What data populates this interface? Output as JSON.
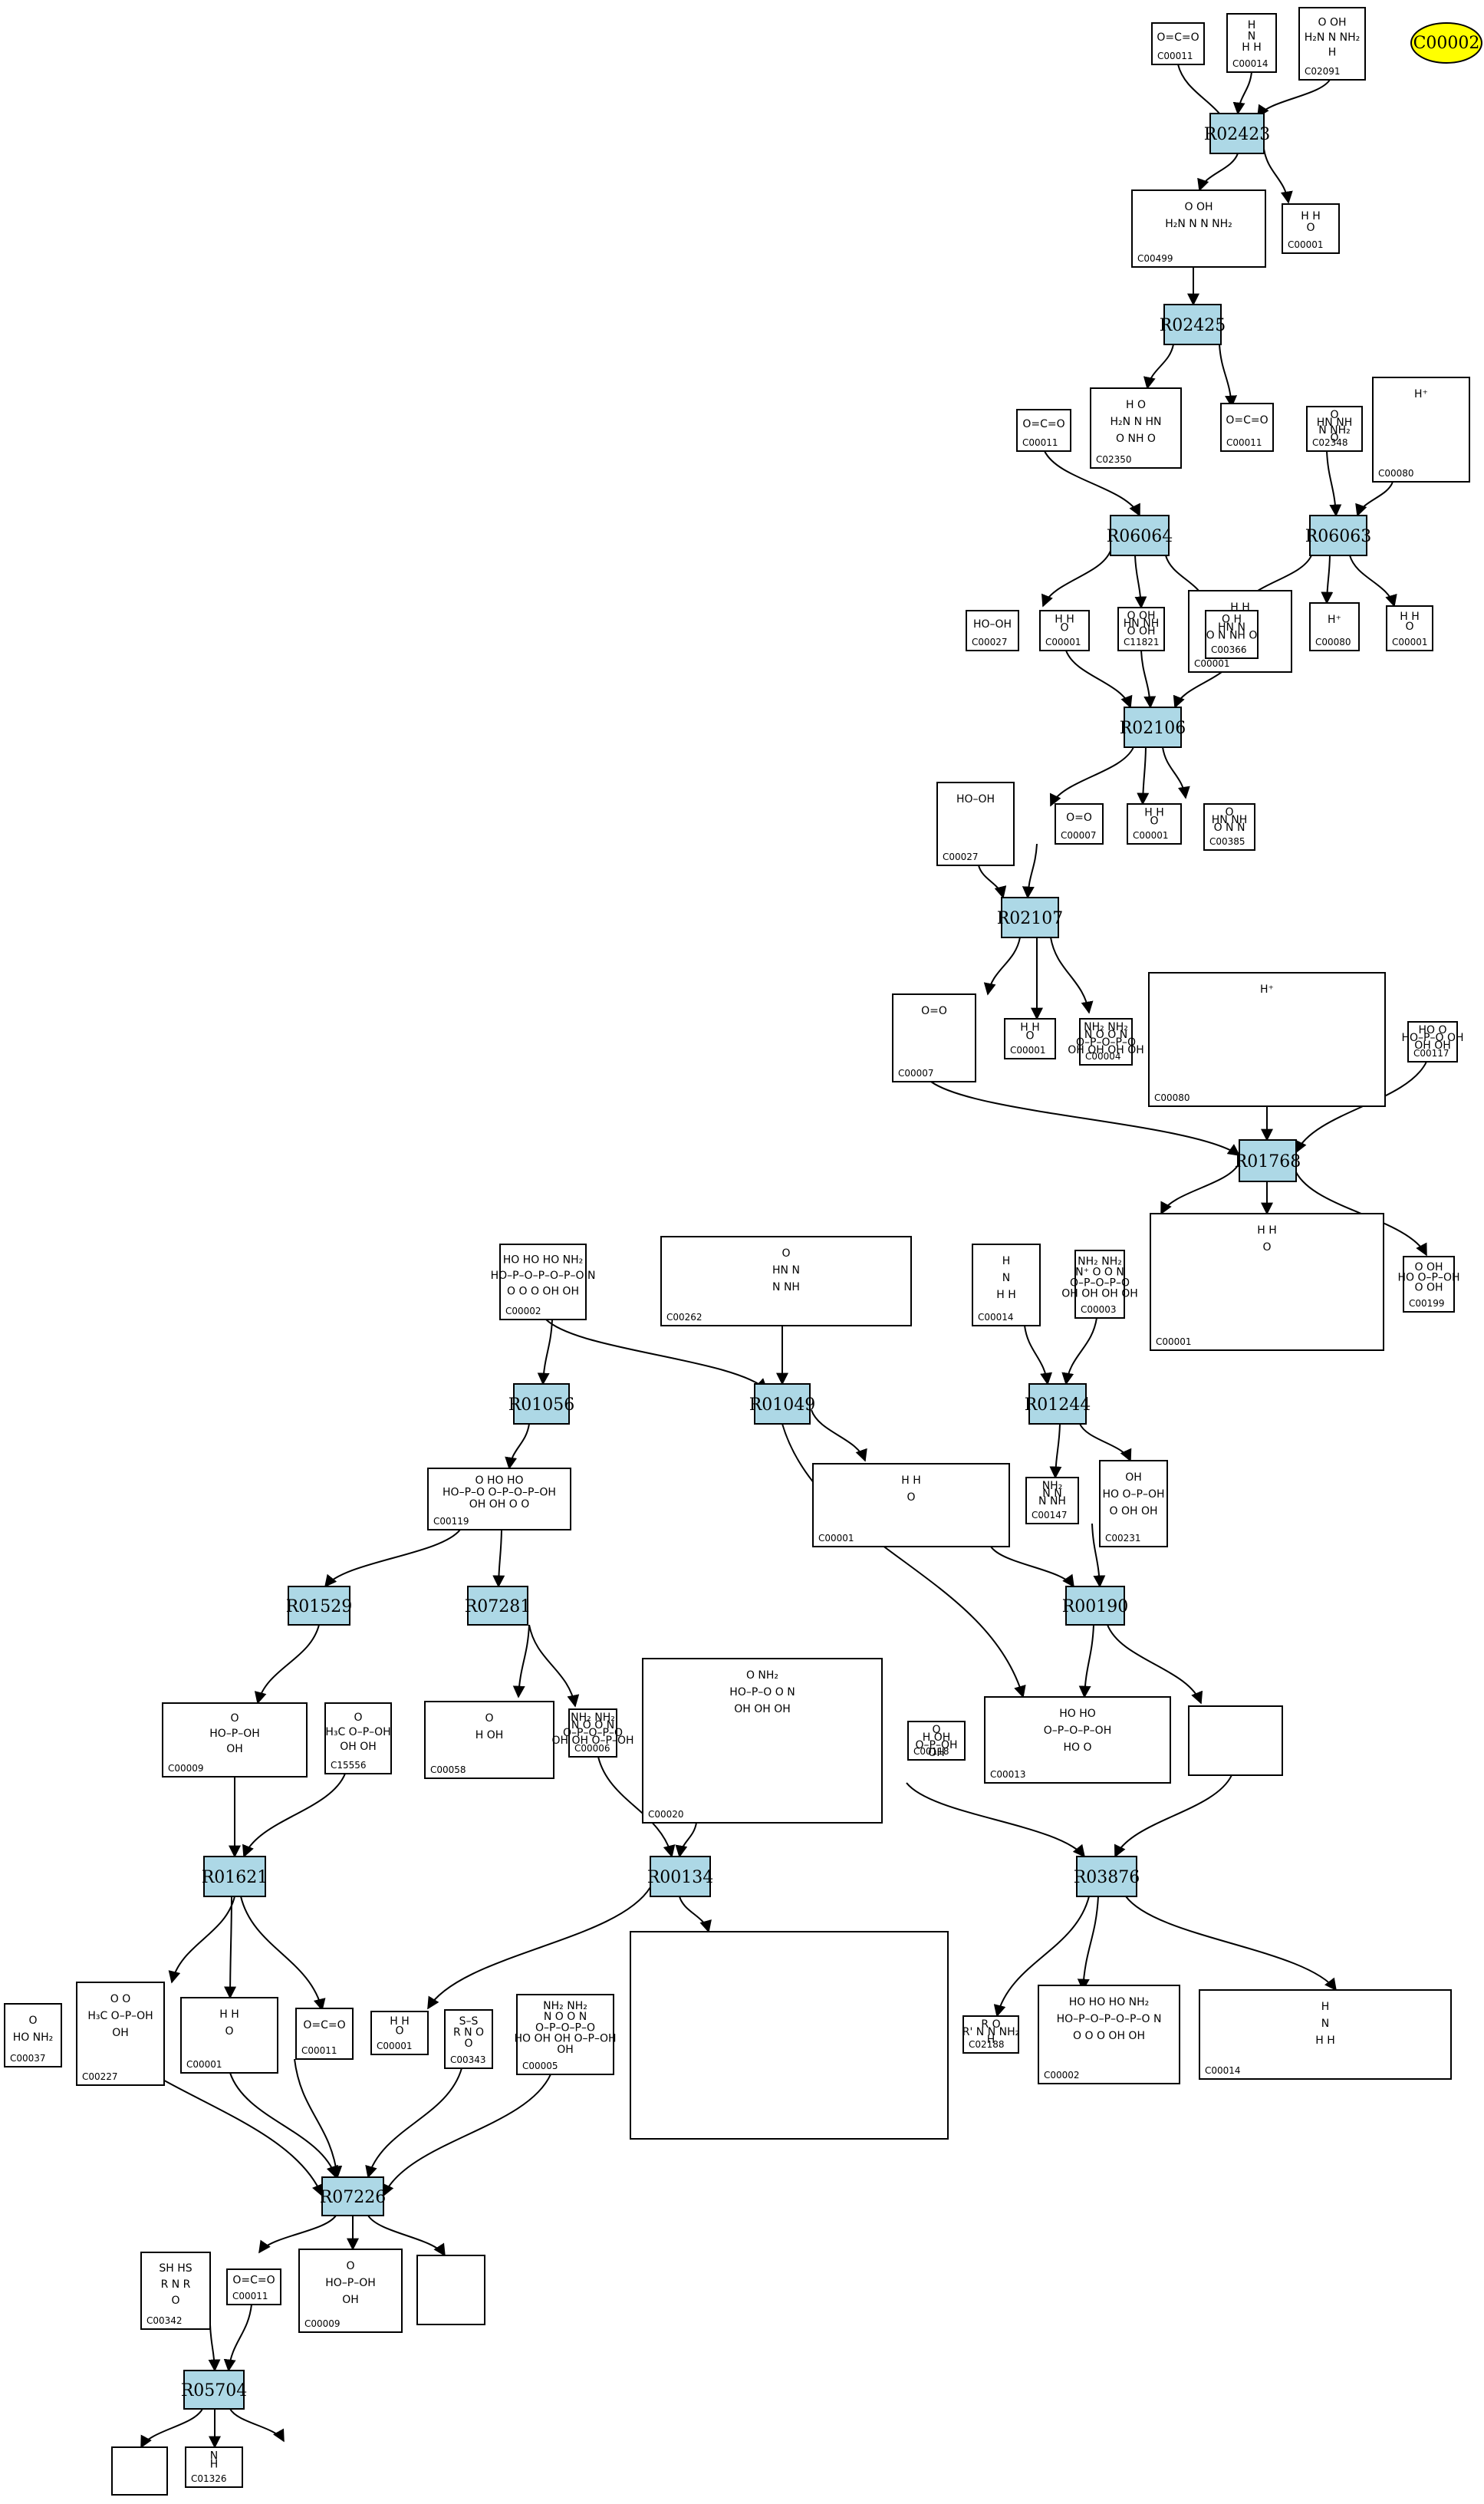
{
  "highlight": {
    "id": "C00002"
  },
  "reactions": [
    {
      "id": "R02423"
    },
    {
      "id": "R02425"
    },
    {
      "id": "R06064"
    },
    {
      "id": "R06063"
    },
    {
      "id": "R02106"
    },
    {
      "id": "R02107"
    },
    {
      "id": "R01768"
    },
    {
      "id": "R01056"
    },
    {
      "id": "R01049"
    },
    {
      "id": "R01244"
    },
    {
      "id": "R01529"
    },
    {
      "id": "R07281"
    },
    {
      "id": "R00190"
    },
    {
      "id": "R01621"
    },
    {
      "id": "R00134"
    },
    {
      "id": "R03876"
    },
    {
      "id": "R07226"
    },
    {
      "id": "R05704"
    }
  ],
  "compounds": [
    {
      "id": "C00011",
      "struct": [
        "O=C=O"
      ]
    },
    {
      "id": "C00014",
      "struct": [
        "H",
        "N",
        "H   H"
      ]
    },
    {
      "id": "C02091",
      "struct": [
        "O  OH",
        "H₂N  N   NH₂",
        "   H"
      ]
    },
    {
      "id": "C00499",
      "struct": [
        "O   OH",
        "H₂N  N  N  NH₂"
      ]
    },
    {
      "id": "C00001",
      "struct": [
        "H  H",
        "O"
      ]
    },
    {
      "id": "C02350",
      "struct": [
        "H  O",
        "H₂N  N  HN",
        "O  NH  O"
      ]
    },
    {
      "id": "C00011",
      "struct": [
        "O=C=O"
      ]
    },
    {
      "id": "C00011",
      "struct": [
        "O=C=O"
      ]
    },
    {
      "id": "C02348",
      "struct": [
        "O",
        "HN  NH",
        "N  NH₂",
        "O"
      ]
    },
    {
      "id": "C00080",
      "struct": [
        "H⁺"
      ]
    },
    {
      "id": "C00027",
      "struct": [
        "HO–OH"
      ]
    },
    {
      "id": "C00001",
      "struct": [
        "H  H",
        "O"
      ]
    },
    {
      "id": "C11821",
      "struct": [
        "O  OH",
        "HN   NH",
        "O  OH"
      ]
    },
    {
      "id": "C00001",
      "struct": [
        "H  H",
        "O"
      ]
    },
    {
      "id": "C00080",
      "struct": [
        "H⁺"
      ]
    },
    {
      "id": "C00001",
      "struct": [
        "H  H",
        "O"
      ]
    },
    {
      "id": "C00366",
      "struct": [
        "O  H",
        "HN   N",
        "O  N  NH  O"
      ]
    },
    {
      "id": "C00027",
      "struct": [
        "HO–OH"
      ]
    },
    {
      "id": "C00007",
      "struct": [
        "O=O"
      ]
    },
    {
      "id": "C00001",
      "struct": [
        "H  H",
        "O"
      ]
    },
    {
      "id": "C00385",
      "struct": [
        "O",
        "HN   NH",
        "O  N  N"
      ]
    },
    {
      "id": "C00007",
      "struct": [
        "O=O"
      ]
    },
    {
      "id": "C00001",
      "struct": [
        "H  H",
        "O"
      ]
    },
    {
      "id": "C00004",
      "struct": [
        "NH₂      NH₂",
        "N  O  O  N",
        "O–P–O–P–O",
        "OH OH   OH  OH"
      ]
    },
    {
      "id": "C00080",
      "struct": [
        "H⁺"
      ]
    },
    {
      "id": "C00117",
      "struct": [
        "HO O",
        "HO–P–O   OH",
        "   OH  OH"
      ]
    },
    {
      "id": "C00002",
      "struct": [
        "HO HO HO     NH₂",
        "HO–P–O–P–O–P–O  N",
        "O  O  O  OH OH"
      ]
    },
    {
      "id": "C00262",
      "struct": [
        "O",
        "HN  N",
        "N  NH"
      ]
    },
    {
      "id": "C00014",
      "struct": [
        "H",
        "N",
        "H   H"
      ]
    },
    {
      "id": "C00003",
      "struct": [
        "NH₂      NH₂",
        "N⁺ O  O  N",
        "O–P–O–P–O",
        "OH OH   OH  OH"
      ]
    },
    {
      "id": "C00001",
      "struct": [
        "H  H",
        "O"
      ]
    },
    {
      "id": "C00199",
      "struct": [
        "O  OH",
        "HO    O–P–OH",
        "O   OH"
      ]
    },
    {
      "id": "C00119",
      "struct": [
        "O   HO  HO",
        "HO–P–O  O–P–O–P–OH",
        "OH  OH  O  O"
      ]
    },
    {
      "id": "C00001",
      "struct": [
        "H  H",
        "O"
      ]
    },
    {
      "id": "C00147",
      "struct": [
        "NH₂",
        "N  N",
        "N  NH"
      ]
    },
    {
      "id": "C00231",
      "struct": [
        "OH",
        "HO   O–P–OH",
        "O  OH  OH"
      ]
    },
    {
      "id": "C00009",
      "struct": [
        "O",
        "HO–P–OH",
        "OH"
      ]
    },
    {
      "id": "C15556",
      "struct": [
        "O",
        "H₃C   O–P–OH",
        "OH  OH"
      ]
    },
    {
      "id": "C00058",
      "struct": [
        "O",
        "H  OH"
      ]
    },
    {
      "id": "C00006",
      "struct": [
        "NH₂      NH₂",
        "N  O  O  N",
        "O–P–O–P–O",
        "OH OH   O–P–OH"
      ]
    },
    {
      "id": "C00020",
      "struct": [
        "O        NH₂",
        "HO–P–O  O  N",
        "OH   OH OH"
      ]
    },
    {
      "id": "C00013",
      "struct": [
        "HO  HO",
        "O–P–O–P–OH",
        "HO  O"
      ]
    },
    {
      "id": "",
      "struct": []
    },
    {
      "id": "C00118",
      "struct": [
        "O",
        "H  OH",
        "O–P–OH",
        "OH"
      ]
    },
    {
      "id": "C00227",
      "struct": [
        "O   O",
        "H₃C  O–P–OH",
        "OH"
      ]
    },
    {
      "id": "C00001",
      "struct": [
        "H  H",
        "O"
      ]
    },
    {
      "id": "C00011",
      "struct": [
        "O=C=O"
      ]
    },
    {
      "id": "C00001",
      "struct": [
        "H  H",
        "O"
      ]
    },
    {
      "id": "C00343",
      "struct": [
        "S–S",
        "R    N  O",
        "O"
      ]
    },
    {
      "id": "C00005",
      "struct": [
        "NH₂         NH₂",
        "N   O   O   N",
        "O–P–O–P–O",
        "HO OH  OH  O–P–OH",
        "OH"
      ]
    },
    {
      "id": "",
      "struct": []
    },
    {
      "id": "C02188",
      "struct": [
        "R  O",
        "R'  N  N  NH₂",
        "H"
      ]
    },
    {
      "id": "C00002",
      "struct": [
        "HO HO HO     NH₂",
        "HO–P–O–P–O–P–O  N",
        "O  O  O  OH OH"
      ]
    },
    {
      "id": "C00014",
      "struct": [
        "H",
        "N",
        "H   H"
      ]
    },
    {
      "id": "C00037",
      "struct": [
        "O",
        "HO   NH₂"
      ]
    },
    {
      "id": "C00342",
      "struct": [
        "SH HS",
        "R  N  R",
        "O"
      ]
    },
    {
      "id": "C00009",
      "struct": [
        "O",
        "HO–P–OH",
        "OH"
      ]
    },
    {
      "id": "",
      "struct": []
    },
    {
      "id": "C00011",
      "struct": [
        "O=C=O"
      ]
    },
    {
      "id": "",
      "struct": []
    },
    {
      "id": "C01326",
      "struct": [
        "N",
        "H"
      ]
    }
  ]
}
